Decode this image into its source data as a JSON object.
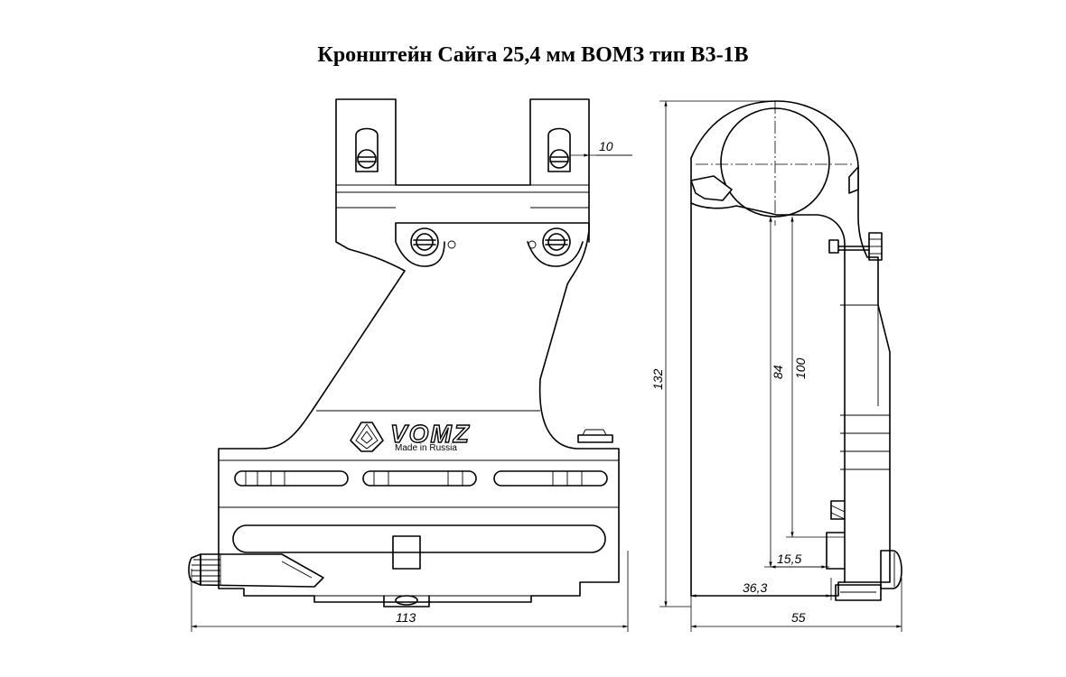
{
  "title": "Кронштейн Сайга 25,4 мм ВОМЗ тип В3-1В",
  "logo": {
    "brand": "VOMZ",
    "tagline": "Made in Russia"
  },
  "dimensions": {
    "front_width": "113",
    "screw_offset": "10",
    "overall_height": "132",
    "axis_height_100": "100",
    "axis_height_84": "84",
    "offset_15_5": "15,5",
    "offset_36_3": "36,3",
    "side_width": "55"
  }
}
